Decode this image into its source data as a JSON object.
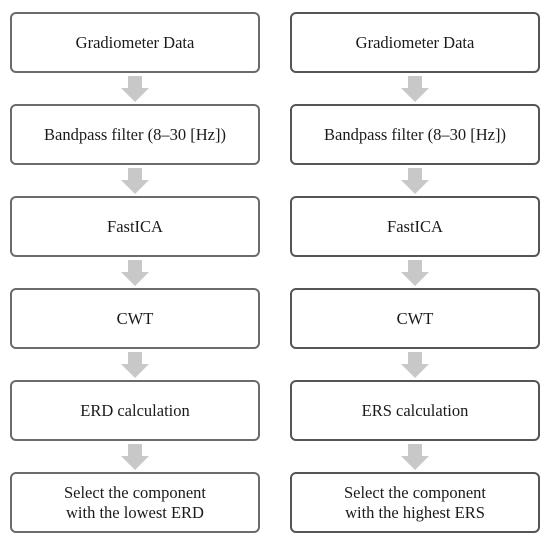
{
  "colors": {
    "box_border": "#6b6b6b",
    "arrow_fill": "#c8c8c8",
    "text": "#1a1a1a",
    "background": "#ffffff"
  },
  "left": {
    "steps": [
      "Gradiometer Data",
      "Bandpass filter (8–30 [Hz])",
      "FastICA",
      "CWT",
      "ERD calculation",
      "Select the component\nwith the lowest ERD"
    ]
  },
  "right": {
    "steps": [
      "Gradiometer Data",
      "Bandpass filter (8–30 [Hz])",
      "FastICA",
      "CWT",
      "ERS calculation",
      "Select the component\nwith the highest ERS"
    ]
  }
}
